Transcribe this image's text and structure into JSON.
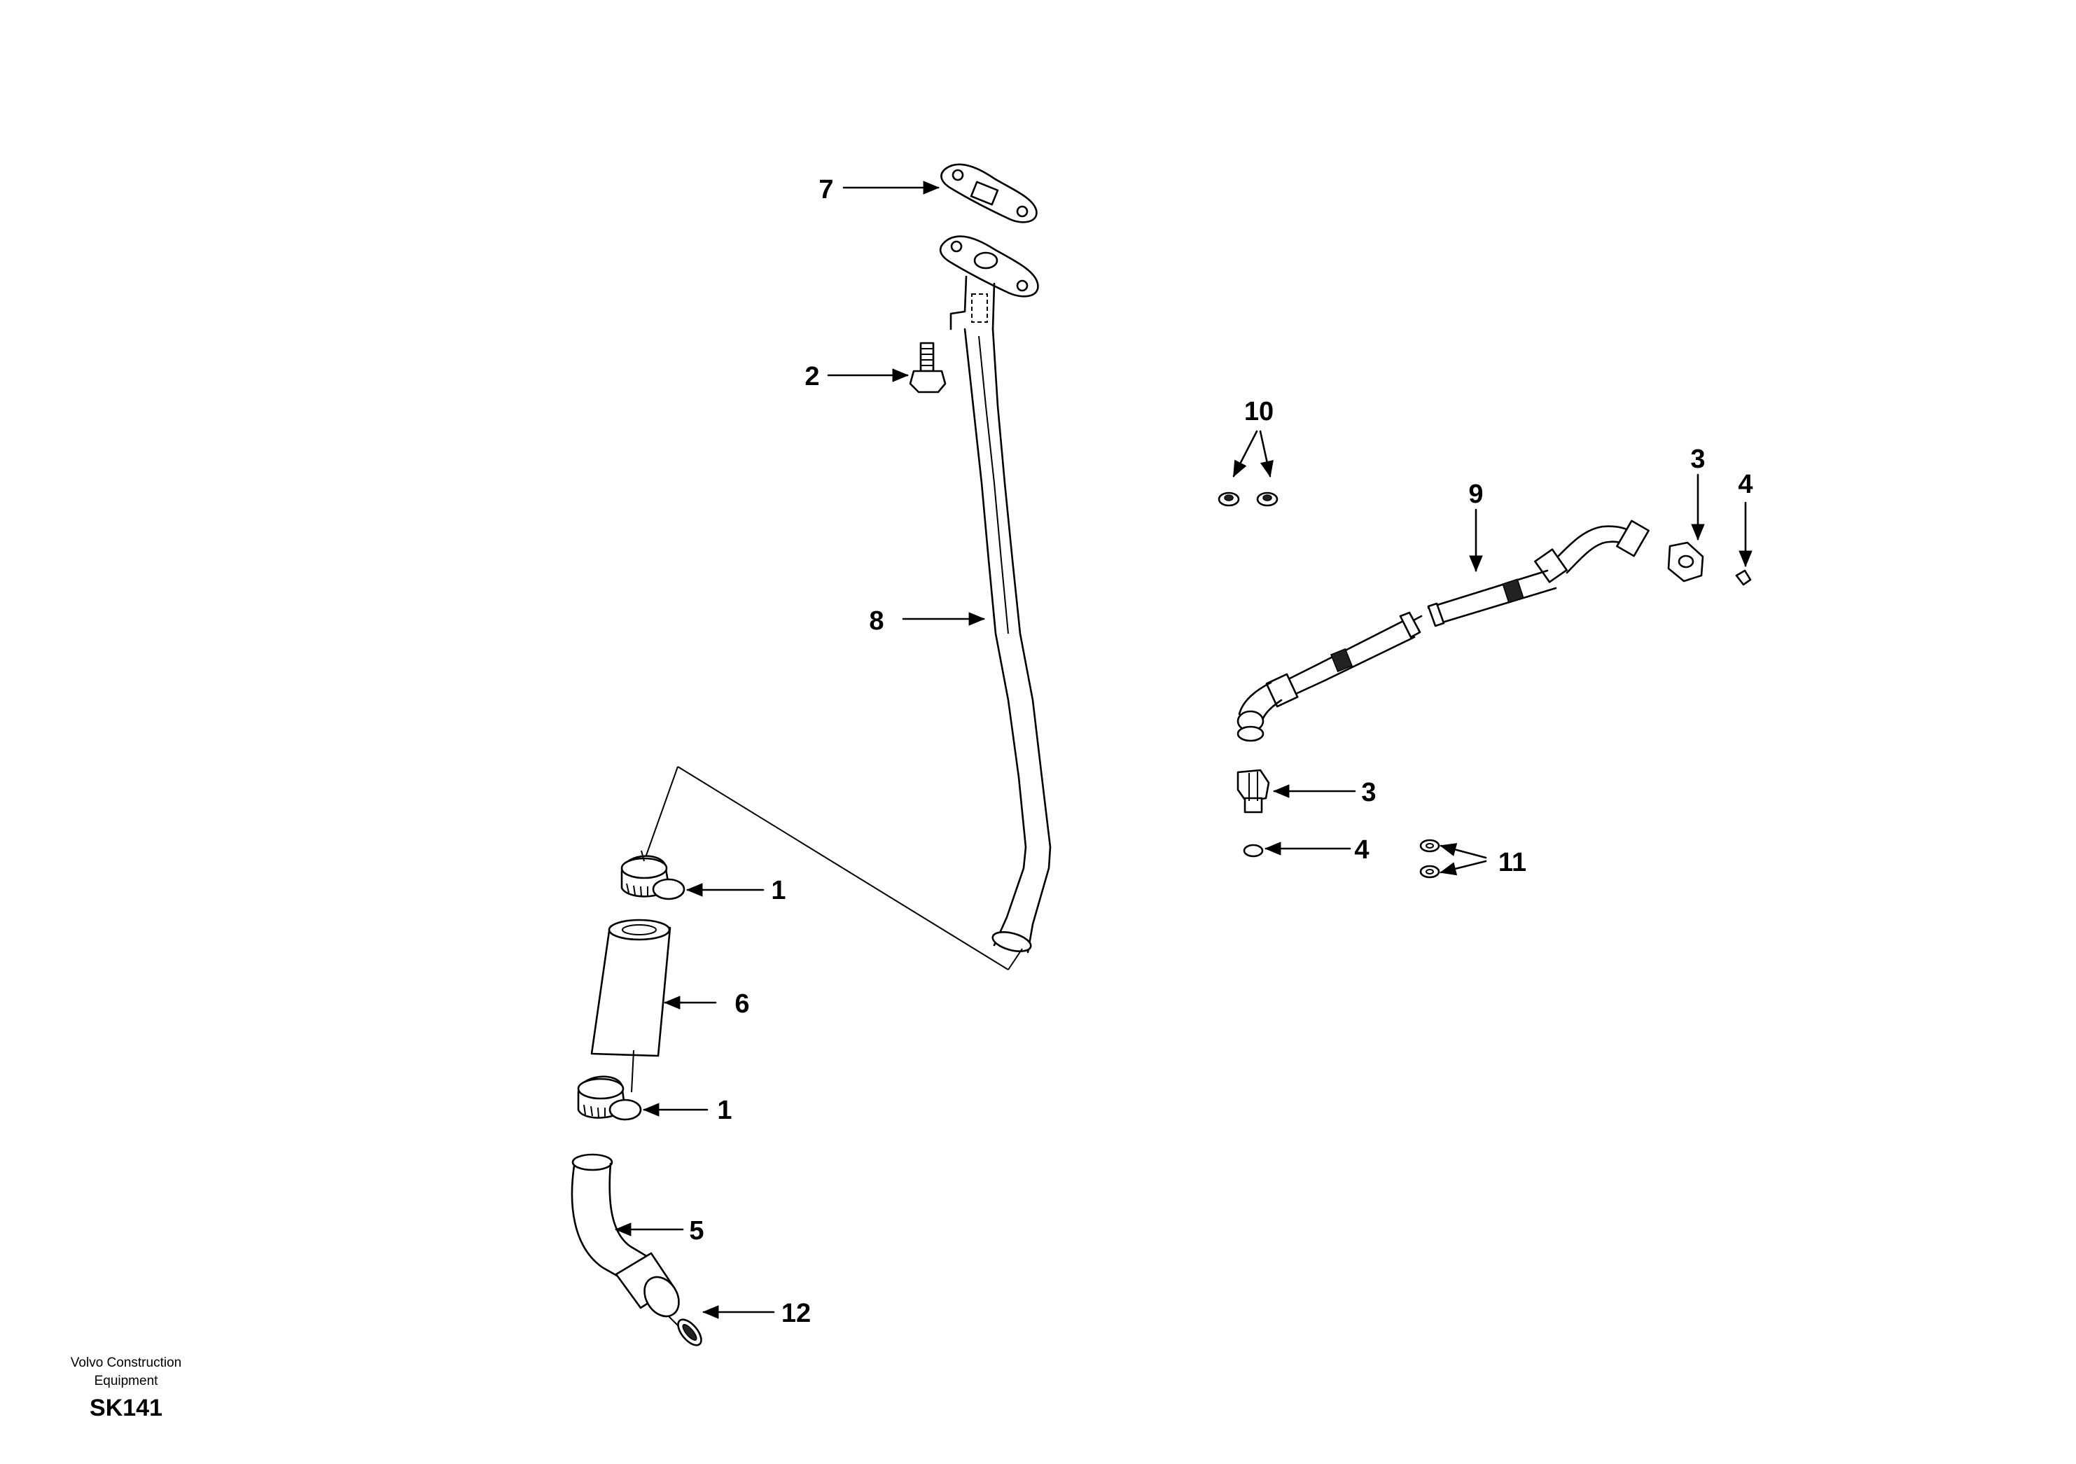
{
  "footer": {
    "company_line1": "Volvo Construction",
    "company_line2": "Equipment",
    "code": "SK141"
  },
  "callouts": [
    {
      "id": "c7",
      "label": "7"
    },
    {
      "id": "c2",
      "label": "2"
    },
    {
      "id": "c10",
      "label": "10"
    },
    {
      "id": "c3a",
      "label": "3"
    },
    {
      "id": "c4a",
      "label": "4"
    },
    {
      "id": "c9",
      "label": "9"
    },
    {
      "id": "c8",
      "label": "8"
    },
    {
      "id": "c3b",
      "label": "3"
    },
    {
      "id": "c4b",
      "label": "4"
    },
    {
      "id": "c11",
      "label": "11"
    },
    {
      "id": "c1a",
      "label": "1"
    },
    {
      "id": "c6",
      "label": "6"
    },
    {
      "id": "c1b",
      "label": "1"
    },
    {
      "id": "c5",
      "label": "5"
    },
    {
      "id": "c12",
      "label": "12"
    }
  ]
}
